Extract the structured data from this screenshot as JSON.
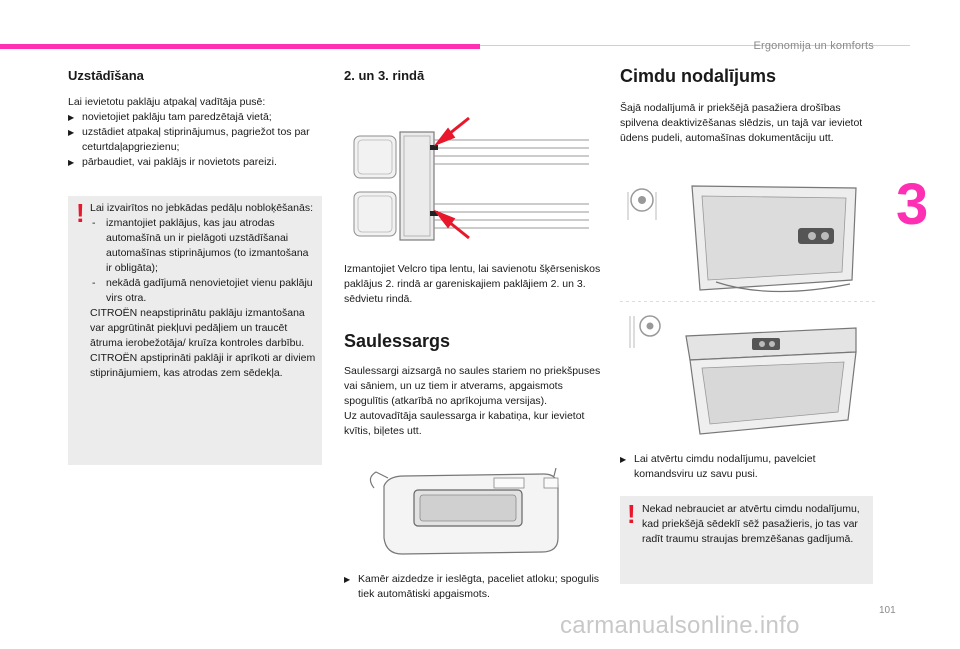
{
  "header": {
    "section": "Ergonomija un komforts"
  },
  "chapter": "3",
  "page_number": "101",
  "watermark": "carmanualsonline.info",
  "col1": {
    "title": "Uzstādīšana",
    "intro": "Lai ievietotu paklāju atpakaļ vadītāja pusē:",
    "bullets": [
      "novietojiet paklāju tam paredzētajā vietā;",
      "uzstādiet atpakaļ stiprinājumus, pagriežot tos par ceturtdaļapgriezienu;",
      "pārbaudiet, vai paklājs ir novietots pareizi."
    ],
    "warning": {
      "intro": "Lai izvairītos no jebkādas pedāļu nobloķēšanās:",
      "dash_items": [
        "izmantojiet paklājus, kas jau atrodas automašīnā un ir pielāgoti uzstādīšanai automašīnas stiprinājumos (to izmantošana ir obligāta);",
        "nekādā gadījumā nenovietojiet vienu paklāju virs otra."
      ],
      "note1": "CITROËN neapstiprinātu paklāju izmantošana var apgrūtināt piekļuvi pedāļiem un traucēt ātruma ierobežotāja/ kruīza kontroles darbību.",
      "note2": "CITROËN apstiprināti paklāji ir aprīkoti ar diviem stiprinājumiem, kas atrodas zem sēdekļa."
    }
  },
  "col2": {
    "title": "2. un 3. rindā",
    "velcro_text": "Izmantojiet Velcro tipa lentu, lai savienotu šķērseniskos paklājus 2. rindā ar gareniskajiem paklājiem 2. un 3. sēdvietu rindā.",
    "sunvisor_title": "Saulessargs",
    "sunvisor_text": "Saulessargi aizsargā no saules stariem no priekšpuses vai sāniem, un uz tiem ir atverams, apgaismots spogulītis (atkarībā no aprīkojuma versijas).",
    "sunvisor_text2": "Uz autovadītāja saulessarga ir kabatiņa, kur ievietot kvītis, biļetes utt.",
    "bullet": "Kamēr aizdedze ir ieslēgta, paceliet atloku; spogulis tiek automātiski apgaismots."
  },
  "col3": {
    "title": "Cimdu nodalījums",
    "text": "Šajā nodalījumā ir priekšējā pasažiera drošības spilvena deaktivizēšanas slēdzis, un tajā var ievietot ūdens pudeli, automašīnas dokumentāciju utt.",
    "bullet": "Lai atvērtu cimdu nodalījumu, pavelciet komandsviru uz savu pusi.",
    "warning": "Nekad nebrauciet ar atvērtu cimdu nodalījumu, kad priekšējā sēdeklī sēž pasažieris, jo tas var radīt traumu straujas bremzēšanas gadījumā."
  },
  "colors": {
    "accent": "#ff2fb4",
    "warning_red": "#e8172c",
    "box_grey": "#ececec"
  },
  "icons": {
    "bullet": "bullet-arrow-icon",
    "warning": "exclamation-warning-icon"
  }
}
